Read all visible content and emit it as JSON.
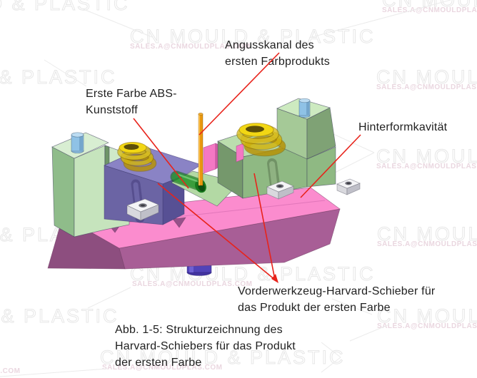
{
  "figure": {
    "labels": {
      "sprue_line1": "Angusskanal des",
      "sprue_line2": "ersten Farbprodukts",
      "first_color_line1": "Erste Farbe ABS-",
      "first_color_line2": "Kunststoff",
      "rear_cavity": "Hinterformkavität",
      "front_slider_line1": "Vorderwerkzeug-Harvard-Schieber für",
      "front_slider_line2": "das Produkt der ersten Farbe"
    },
    "caption": {
      "line1": "Abb. 1-5: Strukturzeichnung des",
      "line2": "Harvard-Schiebers für das Produkt",
      "line3": "der ersten Farbe"
    }
  },
  "watermark": {
    "brand": "CN MOULD & PLASTIC",
    "email": "SALES.A@CNMOULDPLAS.COM"
  },
  "colors": {
    "annotation_red": "#e8231b",
    "base_top": "#fb8cce",
    "base_front": "#a85e96",
    "base_left": "#8d4e7f",
    "pillar": "#5143b8",
    "left_block_top": "#d8eed2",
    "left_block_left": "#8fbc8a",
    "left_block_right": "#c6e4bd",
    "purple_block_top": "#8a83c5",
    "purple_block_front": "#6b64a4",
    "purple_block_right": "#575094",
    "right_block_top": "#bbdeae",
    "right_block_front": "#8fb983",
    "tower_top": "#cdeac0",
    "floor_green": "#b3d9a4",
    "product_green": "#2aa12f",
    "sprue_rod_orange": "#e9970f",
    "spring_yellow": "#edd012",
    "pin_blue": "#8fc2e6",
    "pink_tab": "#f478c4",
    "guide_block_white": "#f4f4f6",
    "watermark_gray": "#e7e7e7",
    "watermark_email_pink": "#ead7e0"
  }
}
